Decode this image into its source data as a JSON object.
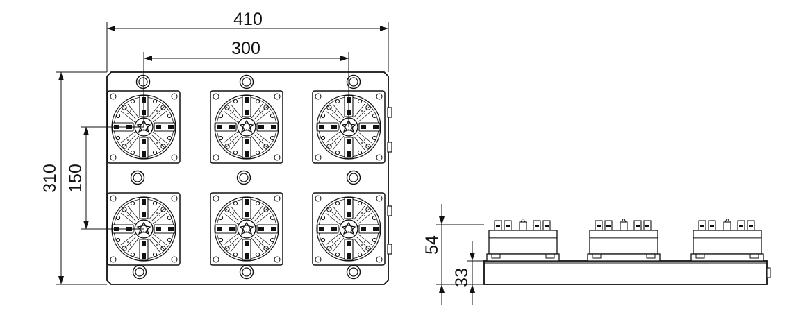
{
  "dimensions": {
    "plate_width": "410",
    "chuck_spacing_x": "300",
    "plate_height": "310",
    "chuck_spacing_y": "150",
    "side_total_height": "54",
    "side_base_height": "33"
  },
  "views": {
    "top_chuck_count": 6,
    "side_chuck_count": 3
  }
}
